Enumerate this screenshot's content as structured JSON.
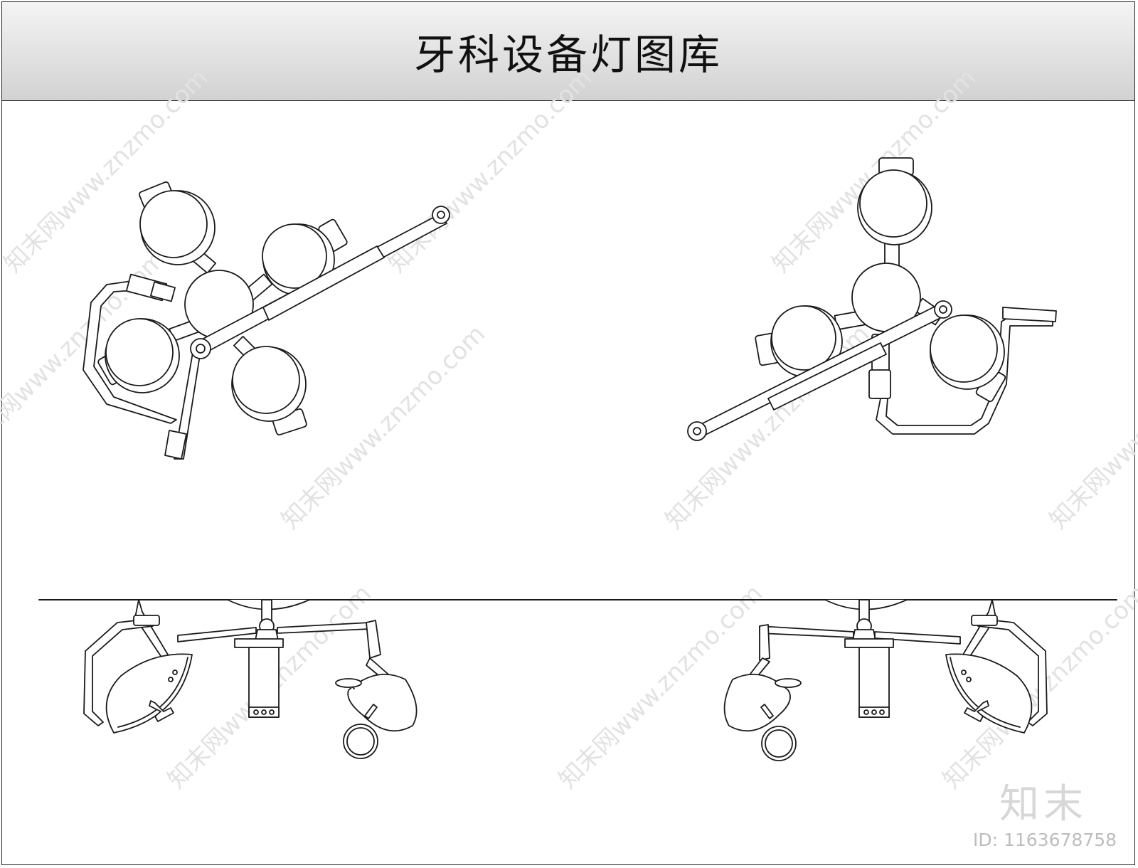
{
  "title": "牙科设备灯图库",
  "watermark": {
    "site": "知末网www.znzmo.com",
    "logo": "知末",
    "id": "ID: 1163678758"
  },
  "colors": {
    "line": "#1a1a1a",
    "header_top": "#f4f4f4",
    "header_bottom": "#d2d2d2",
    "watermark": "#e2e2e2"
  }
}
